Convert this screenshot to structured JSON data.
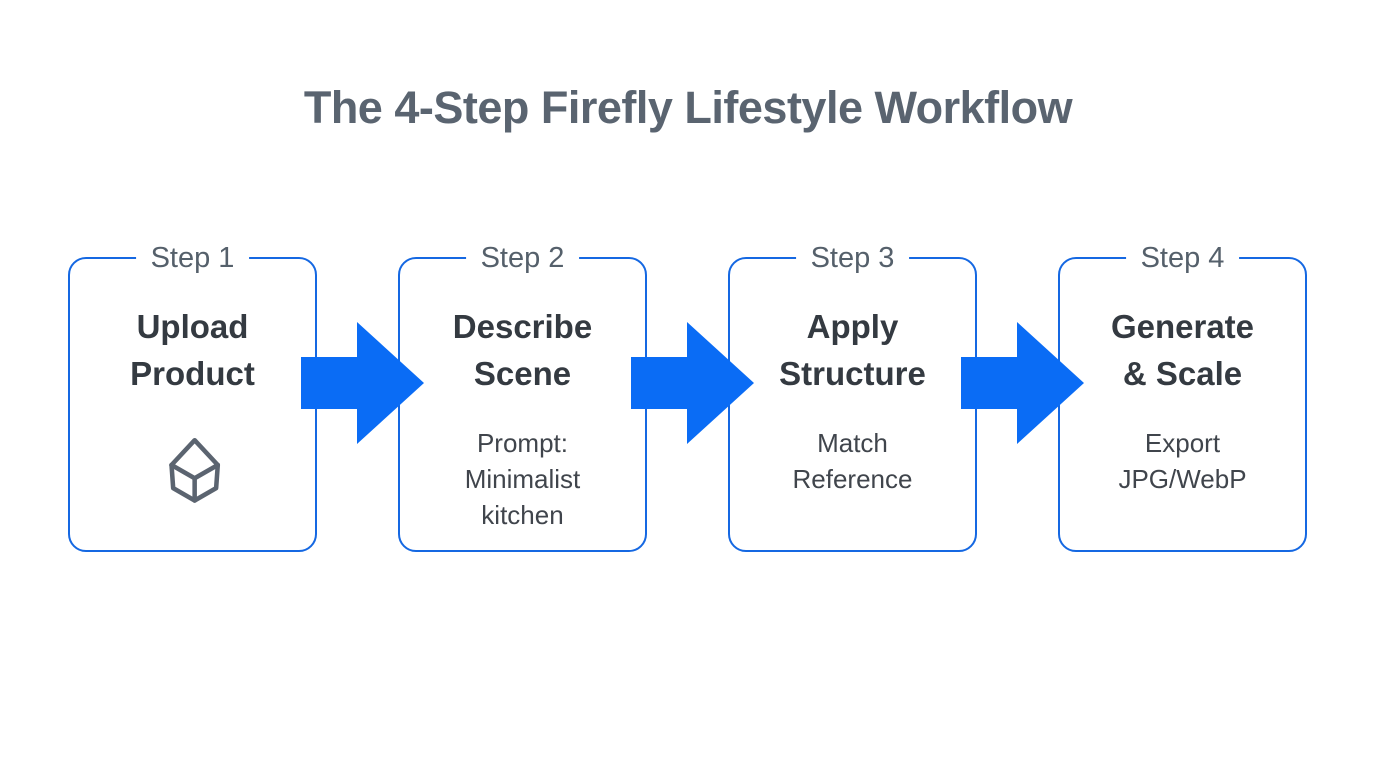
{
  "title": "The 4-Step Firefly Lifestyle Workflow",
  "steps": [
    {
      "label": "Step 1",
      "heading": "Upload\nProduct",
      "sub": "",
      "icon": "open-box-icon"
    },
    {
      "label": "Step 2",
      "heading": "Describe\nScene",
      "sub": "Prompt:\nMinimalist\nkitchen"
    },
    {
      "label": "Step 3",
      "heading": "Apply\nStructure",
      "sub": "Match\nReference"
    },
    {
      "label": "Step 4",
      "heading": "Generate\n& Scale",
      "sub": "Export\nJPG/WebP"
    }
  ],
  "colors": {
    "background": "#ffffff",
    "title_gray": "#5a6470",
    "step_label_gray": "#55606b",
    "heading_dark": "#343a41",
    "subtext_gray": "#40454c",
    "box_border_blue": "#1568e2",
    "arrow_blue": "#0a6cf5",
    "icon_gray": "#5b6470"
  }
}
